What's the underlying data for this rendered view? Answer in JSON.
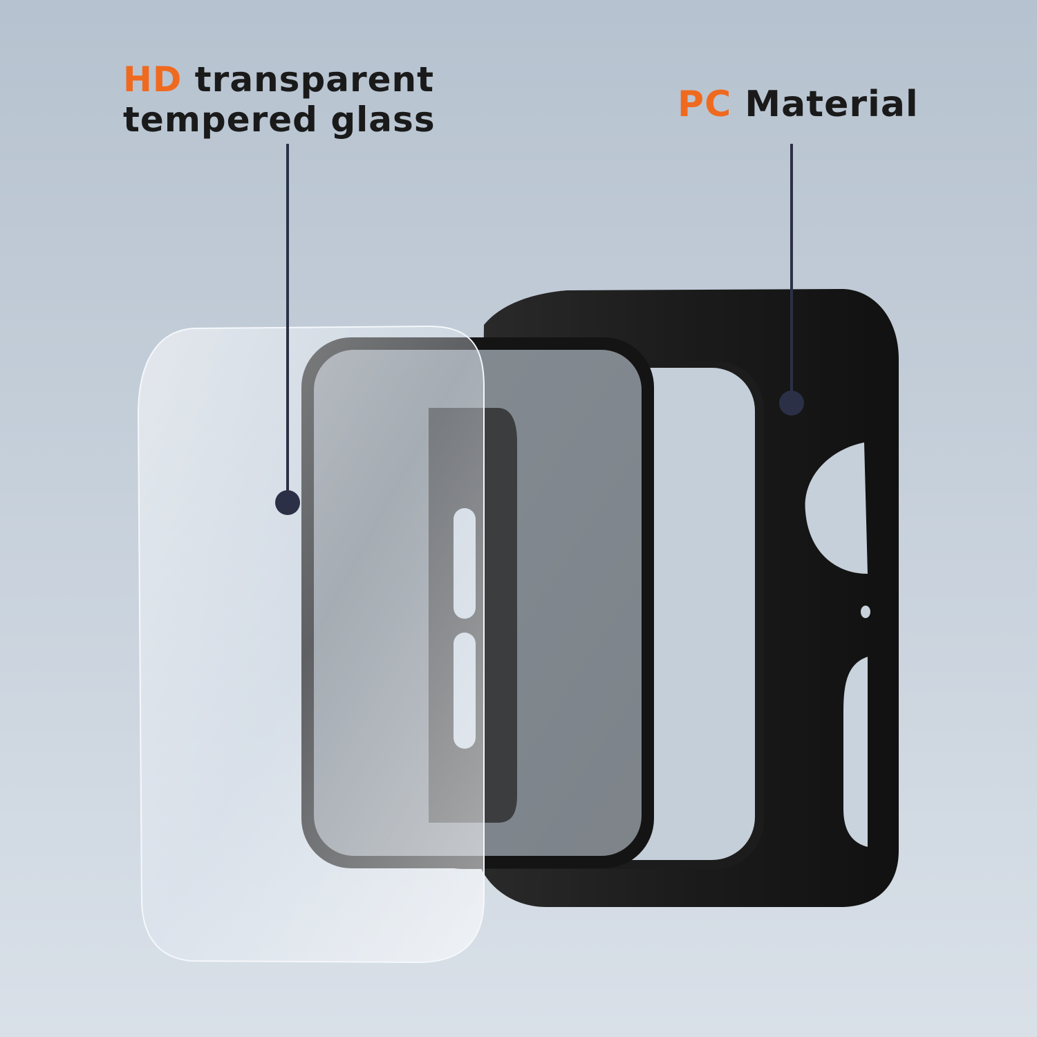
{
  "labels": {
    "glass": {
      "accent": "HD",
      "line1_rest": "transparent",
      "line2": "tempered glass"
    },
    "pc": {
      "accent": "PC",
      "rest": "Material"
    }
  },
  "colors": {
    "accent": "#ef6a1f",
    "text": "#1a1a1a",
    "callout": "#2b3046",
    "case": "#1c1c1c"
  }
}
